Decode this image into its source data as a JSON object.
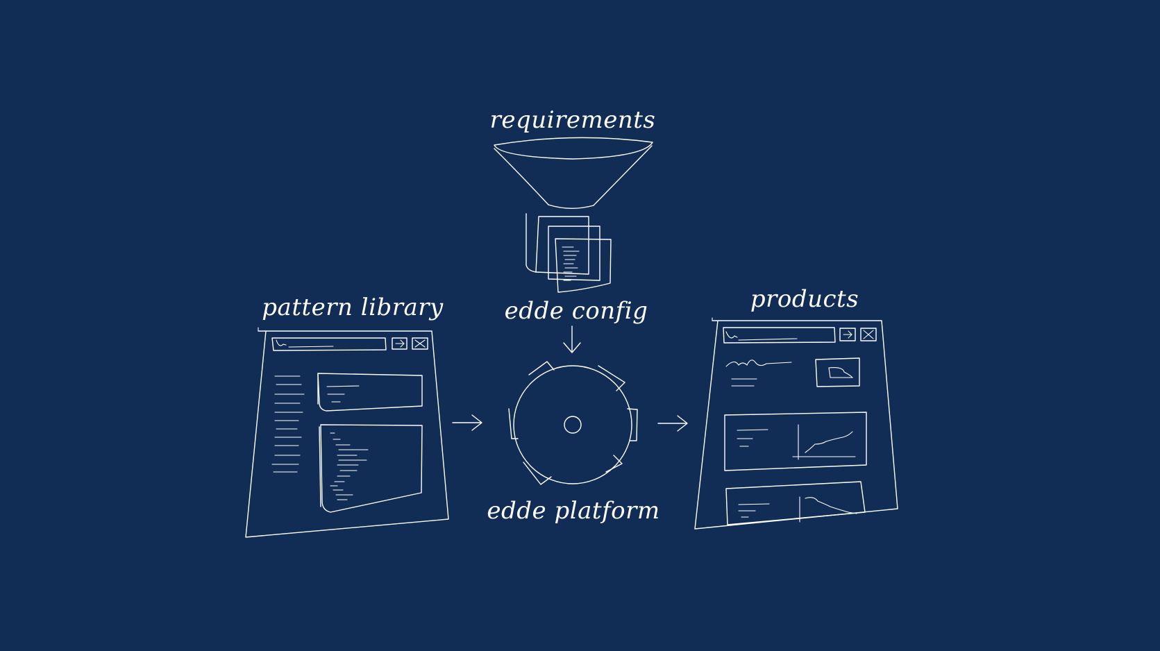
{
  "diagram": {
    "background_color": "#112c55",
    "stroke_color": "#ffffff",
    "labels": {
      "requirements": "requirements",
      "config": "edde config",
      "pattern_library": "pattern library",
      "platform": "edde platform",
      "products": "products"
    },
    "nodes": [
      {
        "id": "requirements",
        "icon": "funnel-icon"
      },
      {
        "id": "config",
        "icon": "config-documents-icon"
      },
      {
        "id": "pattern_library",
        "icon": "browser-window-icon"
      },
      {
        "id": "platform",
        "icon": "gear-icon"
      },
      {
        "id": "products",
        "icon": "browser-window-icon"
      }
    ],
    "edges": [
      {
        "from": "requirements",
        "to": "config"
      },
      {
        "from": "config",
        "to": "platform"
      },
      {
        "from": "pattern_library",
        "to": "platform"
      },
      {
        "from": "platform",
        "to": "products"
      }
    ]
  }
}
